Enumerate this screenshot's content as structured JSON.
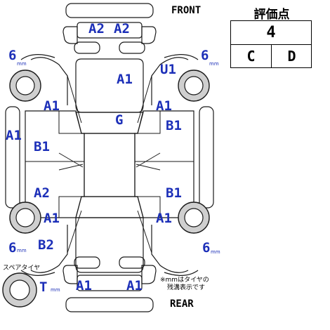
{
  "labels": {
    "front": "FRONT",
    "rear": "REAR",
    "spare_tire": "スペアタイヤ",
    "mm_note_line1": "※mmはタイヤの",
    "mm_note_line2": "残溝表示です",
    "mm_unit": "mm"
  },
  "rating": {
    "title": "評価点",
    "score": "4",
    "interior": "C",
    "exterior": "D"
  },
  "tread": {
    "front_left": "6",
    "front_right": "6",
    "rear_left": "6",
    "rear_right": "6",
    "spare": "T"
  },
  "damage_codes": {
    "front_bumper_left": "A2",
    "front_bumper_right": "A2",
    "hood": "A1",
    "windshield": "U1",
    "left_front_fender": "A1",
    "right_front_fender": "A1",
    "roof": "G",
    "left_front_side": "A1",
    "left_front_door": "B1",
    "right_front_door": "B1",
    "left_rear_door": "A2",
    "right_rear_door": "B1",
    "left_rear_fender": "A1",
    "right_rear_fender": "A1",
    "left_rear_quarter": "B2",
    "rear_bumper_left": "A1",
    "rear_bumper_right": "A1"
  },
  "colors": {
    "code_blue": "#1c2fb8"
  }
}
